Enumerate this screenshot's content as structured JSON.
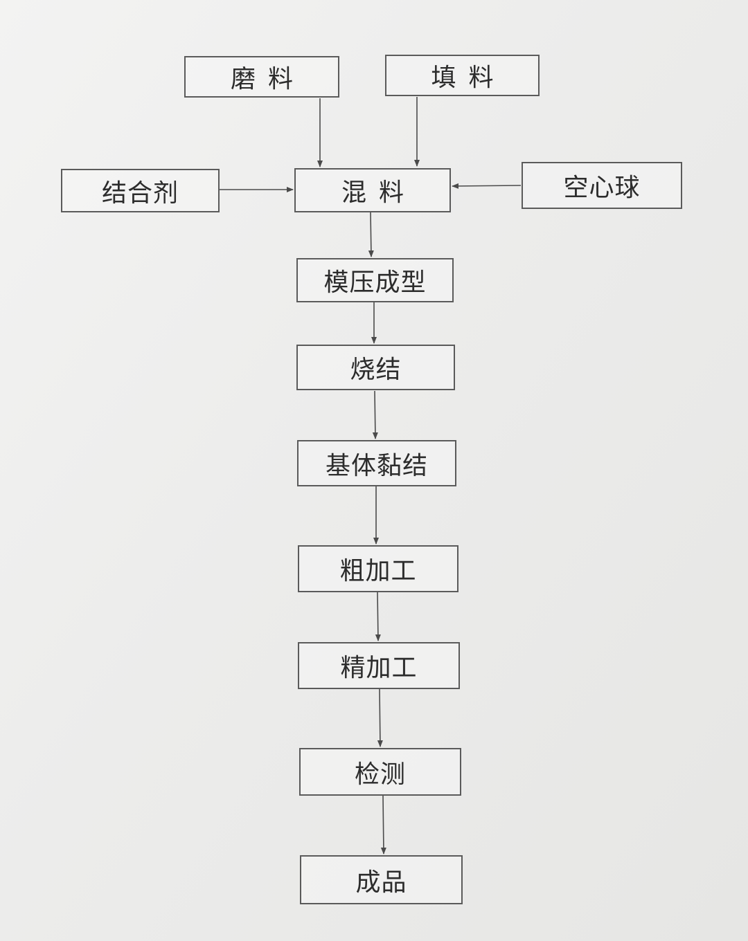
{
  "nodes": {
    "abrasive": "磨料",
    "filler": "填料",
    "binder": "结合剂",
    "mixing": "混料",
    "hollow_sphere": "空心球",
    "molding": "模压成型",
    "sintering": "烧结",
    "matrix_bonding": "基体黏结",
    "rough_machining": "粗加工",
    "finish_machining": "精加工",
    "inspection": "检测",
    "finished_product": "成品"
  }
}
